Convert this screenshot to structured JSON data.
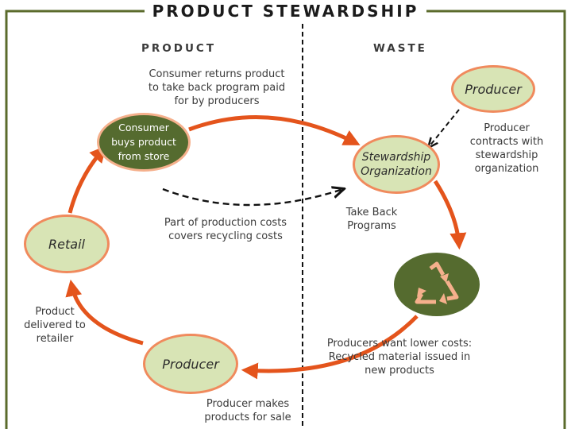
{
  "title": "PRODUCT STEWARDSHIP",
  "columns": {
    "left": "PRODUCT",
    "right": "WASTE"
  },
  "nodes": {
    "consumer": "Consumer buys product from store",
    "stewardship": "Stewardship Organization",
    "producer_top": "Producer",
    "retail": "Retail",
    "producer_bottom": "Producer"
  },
  "labels": {
    "consumer_returns": "Consumer returns product to take back program paid for by producers",
    "producer_contracts": "Producer contracts with stewardship organization",
    "part_of_costs": "Part of production costs covers recycling costs",
    "take_back": "Take Back Programs",
    "producers_want": "Producers want lower costs: Recycled material issued in new products",
    "delivered": "Product delivered to retailer",
    "makes": "Producer makes products for sale"
  },
  "colors": {
    "border": "#5b6b2c",
    "arrow": "#e4541c",
    "node_fill": "#d8e4b5",
    "node_dark": "#556b2f",
    "node_ring": "#f08a5d",
    "recycle": "#f5b08c"
  }
}
